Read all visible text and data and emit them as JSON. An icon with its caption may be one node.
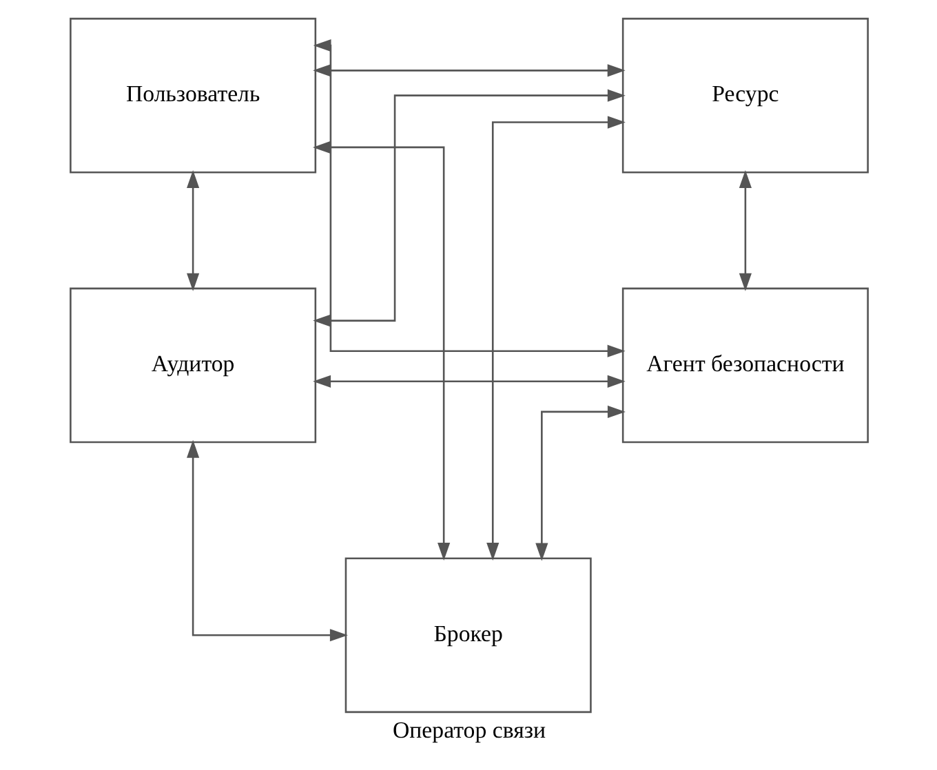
{
  "diagram": {
    "caption": "Оператор связи",
    "nodes": [
      {
        "text": [
          "Пользователь"
        ]
      },
      {
        "text": [
          "Ресурс"
        ]
      },
      {
        "text": [
          "Аудитор"
        ]
      },
      {
        "text": [
          "Агент безопасности"
        ]
      },
      {
        "text": [
          "Брокер"
        ]
      }
    ],
    "edges": [
      {
        "from": 0,
        "to": 1,
        "arrow": "both"
      },
      {
        "from": 1,
        "to": 3,
        "arrow": "both"
      },
      {
        "from": 0,
        "to": 2,
        "arrow": "both"
      },
      {
        "from": 0,
        "to": 4,
        "arrow": "both"
      },
      {
        "from": 0,
        "to": 3,
        "arrow": "both"
      },
      {
        "from": 1,
        "to": 4,
        "arrow": "both"
      },
      {
        "from": 2,
        "to": 3,
        "arrow": "both"
      },
      {
        "from": 1,
        "to": 2,
        "arrow": "both"
      },
      {
        "from": 2,
        "to": 4,
        "arrow": "both"
      },
      {
        "from": 4,
        "to": 3,
        "arrow": "both"
      }
    ]
  }
}
